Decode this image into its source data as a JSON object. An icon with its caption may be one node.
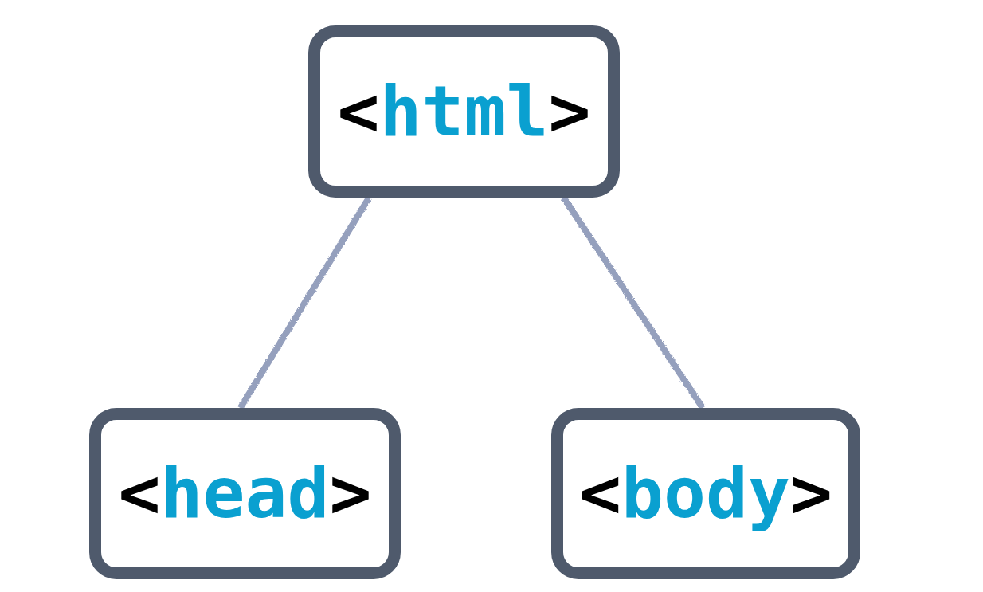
{
  "diagram": {
    "nodes": [
      {
        "text": [
          "<html>"
        ]
      },
      {
        "text": [
          "<head>"
        ]
      },
      {
        "text": [
          "<body>"
        ]
      }
    ],
    "edges": [
      {
        "from": 0,
        "to": 1,
        "arrow": "none"
      },
      {
        "from": 0,
        "to": 2,
        "arrow": "none"
      }
    ]
  }
}
